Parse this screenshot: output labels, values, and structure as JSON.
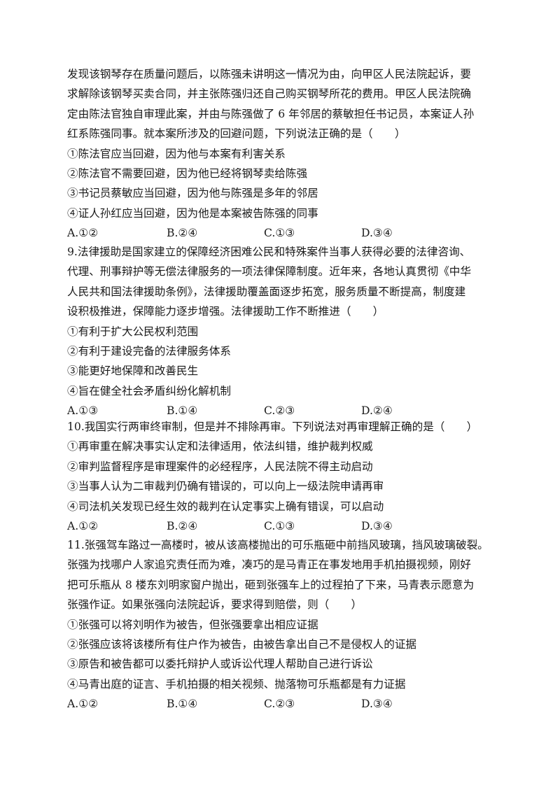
{
  "q8": {
    "stem": [
      "发现该钢琴存在质量问题后，以陈强未讲明这一情况为由，向甲区人民法院起诉，要",
      "求解除该钢琴买卖合同，并主张陈强归还自己购买钢琴所花的费用。甲区人民法院确",
      "定由陈法官独自审理此案，并由与陈强做了 6 年邻居的蔡敏担任书记员，本案证人孙",
      "红系陈强同事。就本案所涉及的回避问题，下列说法正确的是（　　）"
    ],
    "statements": [
      "①陈法官应当回避，因为他与本案有利害关系",
      "②陈法官不需要回避，因为他已经将钢琴卖给陈强",
      "③书记员蔡敏应当回避，因为他与陈强是多年的邻居",
      "④证人孙红应当回避，因为他是本案被告陈强的同事"
    ],
    "options": [
      "A.①②",
      "B.②④",
      "C.①③",
      "D.③④"
    ]
  },
  "q9": {
    "stem": [
      "9.法律援助是国家建立的保障经济困难公民和特殊案件当事人获得必要的法律咨询、",
      "代理、刑事辩护等无偿法律服务的一项法律保障制度。近年来，各地认真贯彻《中华",
      "人民共和国法律援助条例》，法律援助覆盖面逐步拓宽，服务质量不断提高，制度建",
      "设积极推进，保障能力逐步增强。法律援助工作不断推进（　　）"
    ],
    "statements": [
      "①有利于扩大公民权利范围",
      "②有利于建设完备的法律服务体系",
      "③能更好地保障和改善民生",
      "④旨在健全社会矛盾纠纷化解机制"
    ],
    "options": [
      "A.①③",
      "B.①④",
      "C.②③",
      "D.②④"
    ]
  },
  "q10": {
    "stem": [
      "10.我国实行两审终审制，但是并不排除再审。下列说法对再审理解正确的是（　　）"
    ],
    "statements": [
      "①再审重在解决事实认定和法律适用，依法纠错，维护裁判权威",
      "②审判监督程序是审理案件的必经程序，人民法院不得主动启动",
      "③当事人认为二审裁判仍确有错误的，可以向上一级法院申请再审",
      "④司法机关发现已经生效的裁判在认定事实上确有错误，可以启动"
    ],
    "options": [
      "A.①②",
      "B.②④",
      "C.①③",
      "D.③④"
    ]
  },
  "q11": {
    "stem": [
      "11.张强驾车路过一高楼时，被从该高楼抛出的可乐瓶砸中前挡风玻璃，挡风玻璃破裂。",
      "张强为找哪户人家追究责任而为难，凑巧的是马青正在事发地用手机拍摄视频，刚好",
      "把可乐瓶从 8 楼东刘明家窗户抛出，砸到张强车上的过程拍了下来，马青表示愿意为",
      "张强作证。如果张强向法院起诉，要求得到赔偿，则（　　）"
    ],
    "statements": [
      "①张强可以将刘明作为被告，但张强要拿出相应证据",
      "②张强应该将该楼所有住户作为被告，由被告拿出自己不是侵权人的证据",
      "③原告和被告都可以委托辩护人或诉讼代理人帮助自己进行诉讼",
      "④马青出庭的证言、手机拍摄的相关视频、抛落物可乐瓶都是有力证据"
    ],
    "options": [
      "A.①②",
      "B.①④",
      "C.②③",
      "D.③④"
    ]
  }
}
